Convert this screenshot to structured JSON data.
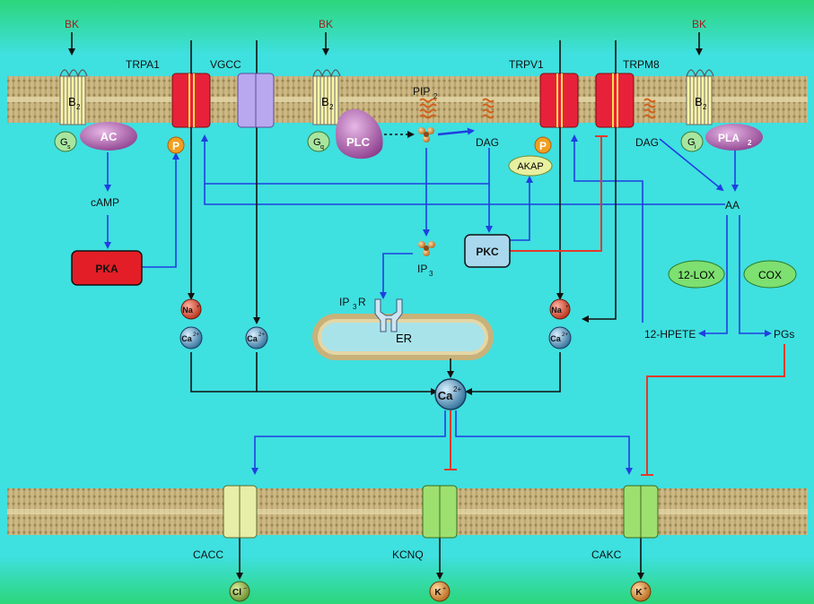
{
  "colors": {
    "background_cyan": "#3fe0e0",
    "membrane_tan": "#c8b27a",
    "channel_red": "#e8213a",
    "channel_lavender": "#b9a8f0",
    "arrow_blue": "#1f3fe0",
    "inhibit_red": "#e23a2a",
    "pka_red": "#e41e26",
    "ion_orange": "#e08a2a",
    "enzyme_green": "#7de070"
  },
  "labels": {
    "bk1": "BK",
    "bk2": "BK",
    "bk3": "BK",
    "trpa1": "TRPA1",
    "vgcc": "VGCC",
    "trpv1": "TRPV1",
    "trpm8": "TRPM8",
    "b2_1": "B",
    "b2_2": "B",
    "b2_3": "B",
    "b2_sub": "2",
    "gs": "G",
    "gs_sub": "s",
    "gq": "G",
    "gq_sub": "q",
    "gi": "G",
    "gi_sub": "i",
    "ac": "AC",
    "plc": "PLC",
    "pla2": "PLA",
    "pla2_sub": "2",
    "pip2": "PIP",
    "pip2_sub": "2",
    "dag1": "DAG",
    "dag2": "DAG",
    "camp": "cAMP",
    "pka": "PKA",
    "pkc": "PKC",
    "akap": "AKAP",
    "p1": "P",
    "p2": "P",
    "ip3": "IP",
    "ip3_sub": "3",
    "ip3r": "IP",
    "ip3r_sub": "3",
    "ip3r_r": "R",
    "er": "ER",
    "aa": "AA",
    "lox": "12-LOX",
    "cox": "COX",
    "hpete": "12-HPETE",
    "pgs": "PGs",
    "na": "Na",
    "na_sup": "+",
    "ca": "Ca",
    "ca_sup": "2+",
    "cl": "Cl",
    "cl_sup": "−",
    "k": "K",
    "k_sup": "+",
    "cacc": "CACC",
    "kcnq": "KCNQ",
    "cakc": "CAKC"
  }
}
